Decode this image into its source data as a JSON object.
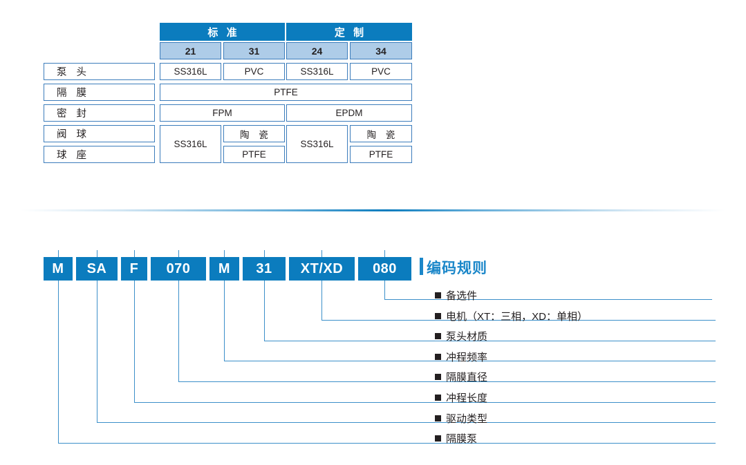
{
  "spec_table": {
    "group_headers": [
      {
        "label": "标 准",
        "span": 2
      },
      {
        "label": "定 制",
        "span": 2
      }
    ],
    "model_codes": [
      "21",
      "31",
      "24",
      "34"
    ],
    "rows": [
      {
        "label": "泵 头",
        "cells": [
          "SS316L",
          "PVC",
          "SS316L",
          "PVC"
        ]
      },
      {
        "label": "隔 膜",
        "cells": [
          "PTFE"
        ]
      },
      {
        "label": "密 封",
        "cells": [
          "FPM",
          "EPDM"
        ]
      },
      {
        "label": "阀 球",
        "cells": [
          "SS316L",
          "陶 瓷",
          "SS316L",
          "陶 瓷"
        ]
      },
      {
        "label": "球 座",
        "cells": [
          "PTFE",
          "PTFE"
        ]
      }
    ]
  },
  "code_rule": {
    "title": "编码规则",
    "blocks": [
      {
        "code": "M"
      },
      {
        "code": "SA"
      },
      {
        "code": "F"
      },
      {
        "code": "070"
      },
      {
        "code": "M"
      },
      {
        "code": "31"
      },
      {
        "code": "XT/XD"
      },
      {
        "code": "080"
      }
    ],
    "legend": [
      {
        "label": "备选件"
      },
      {
        "label": "电机（XT：三相，XD：单相）"
      },
      {
        "label": "泵头材质"
      },
      {
        "label": "冲程频率"
      },
      {
        "label": "隔膜直径"
      },
      {
        "label": "冲程长度"
      },
      {
        "label": "驱动类型"
      },
      {
        "label": "隔膜泵"
      }
    ]
  },
  "colors": {
    "primary_blue": "#0b7cbe",
    "light_blue": "#aecce8",
    "border_blue": "#3b7cbb",
    "line_blue": "#3b8fc9",
    "title_blue": "#1b87c9",
    "text_dark": "#231f20"
  }
}
